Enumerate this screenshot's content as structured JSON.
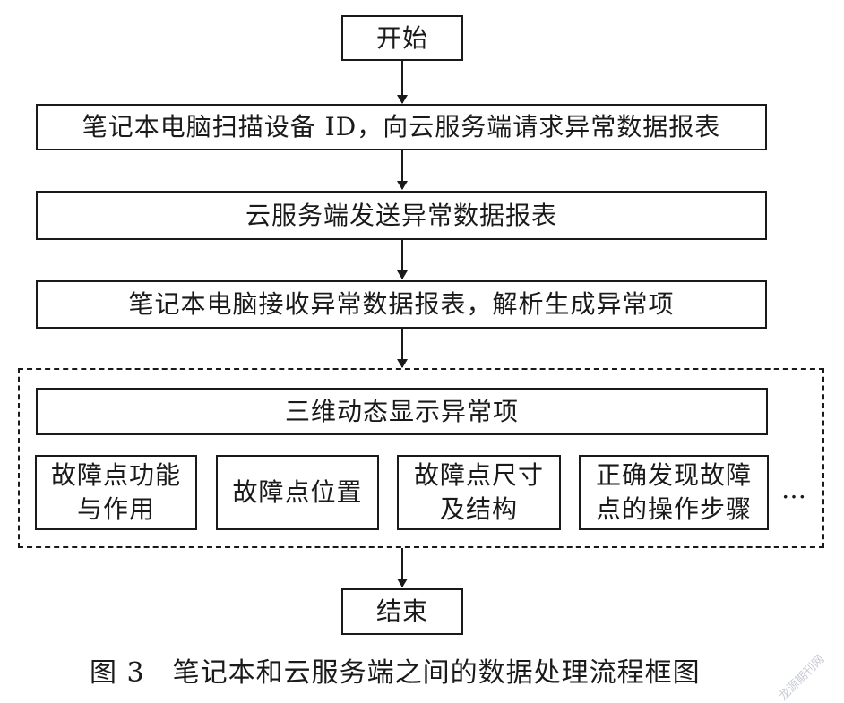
{
  "flowchart": {
    "start": "开始",
    "step1": "笔记本电脑扫描设备 ID，向云服务端请求异常数据报表",
    "step2": "云服务端发送异常数据报表",
    "step3": "笔记本电脑接收异常数据报表，解析生成异常项",
    "display": "三维动态显示异常项",
    "items": [
      {
        "line1": "故障点功能",
        "line2": "与作用"
      },
      {
        "line1": "故障点位置",
        "line2": ""
      },
      {
        "line1": "故障点尺寸",
        "line2": "及结构"
      },
      {
        "line1": "正确发现故障",
        "line2": "点的操作步骤"
      }
    ],
    "ellipsis": "…",
    "end": "结束"
  },
  "caption": "图 3　笔记本和云服务端之间的数据处理流程框图",
  "watermark": "龙源期刊网"
}
